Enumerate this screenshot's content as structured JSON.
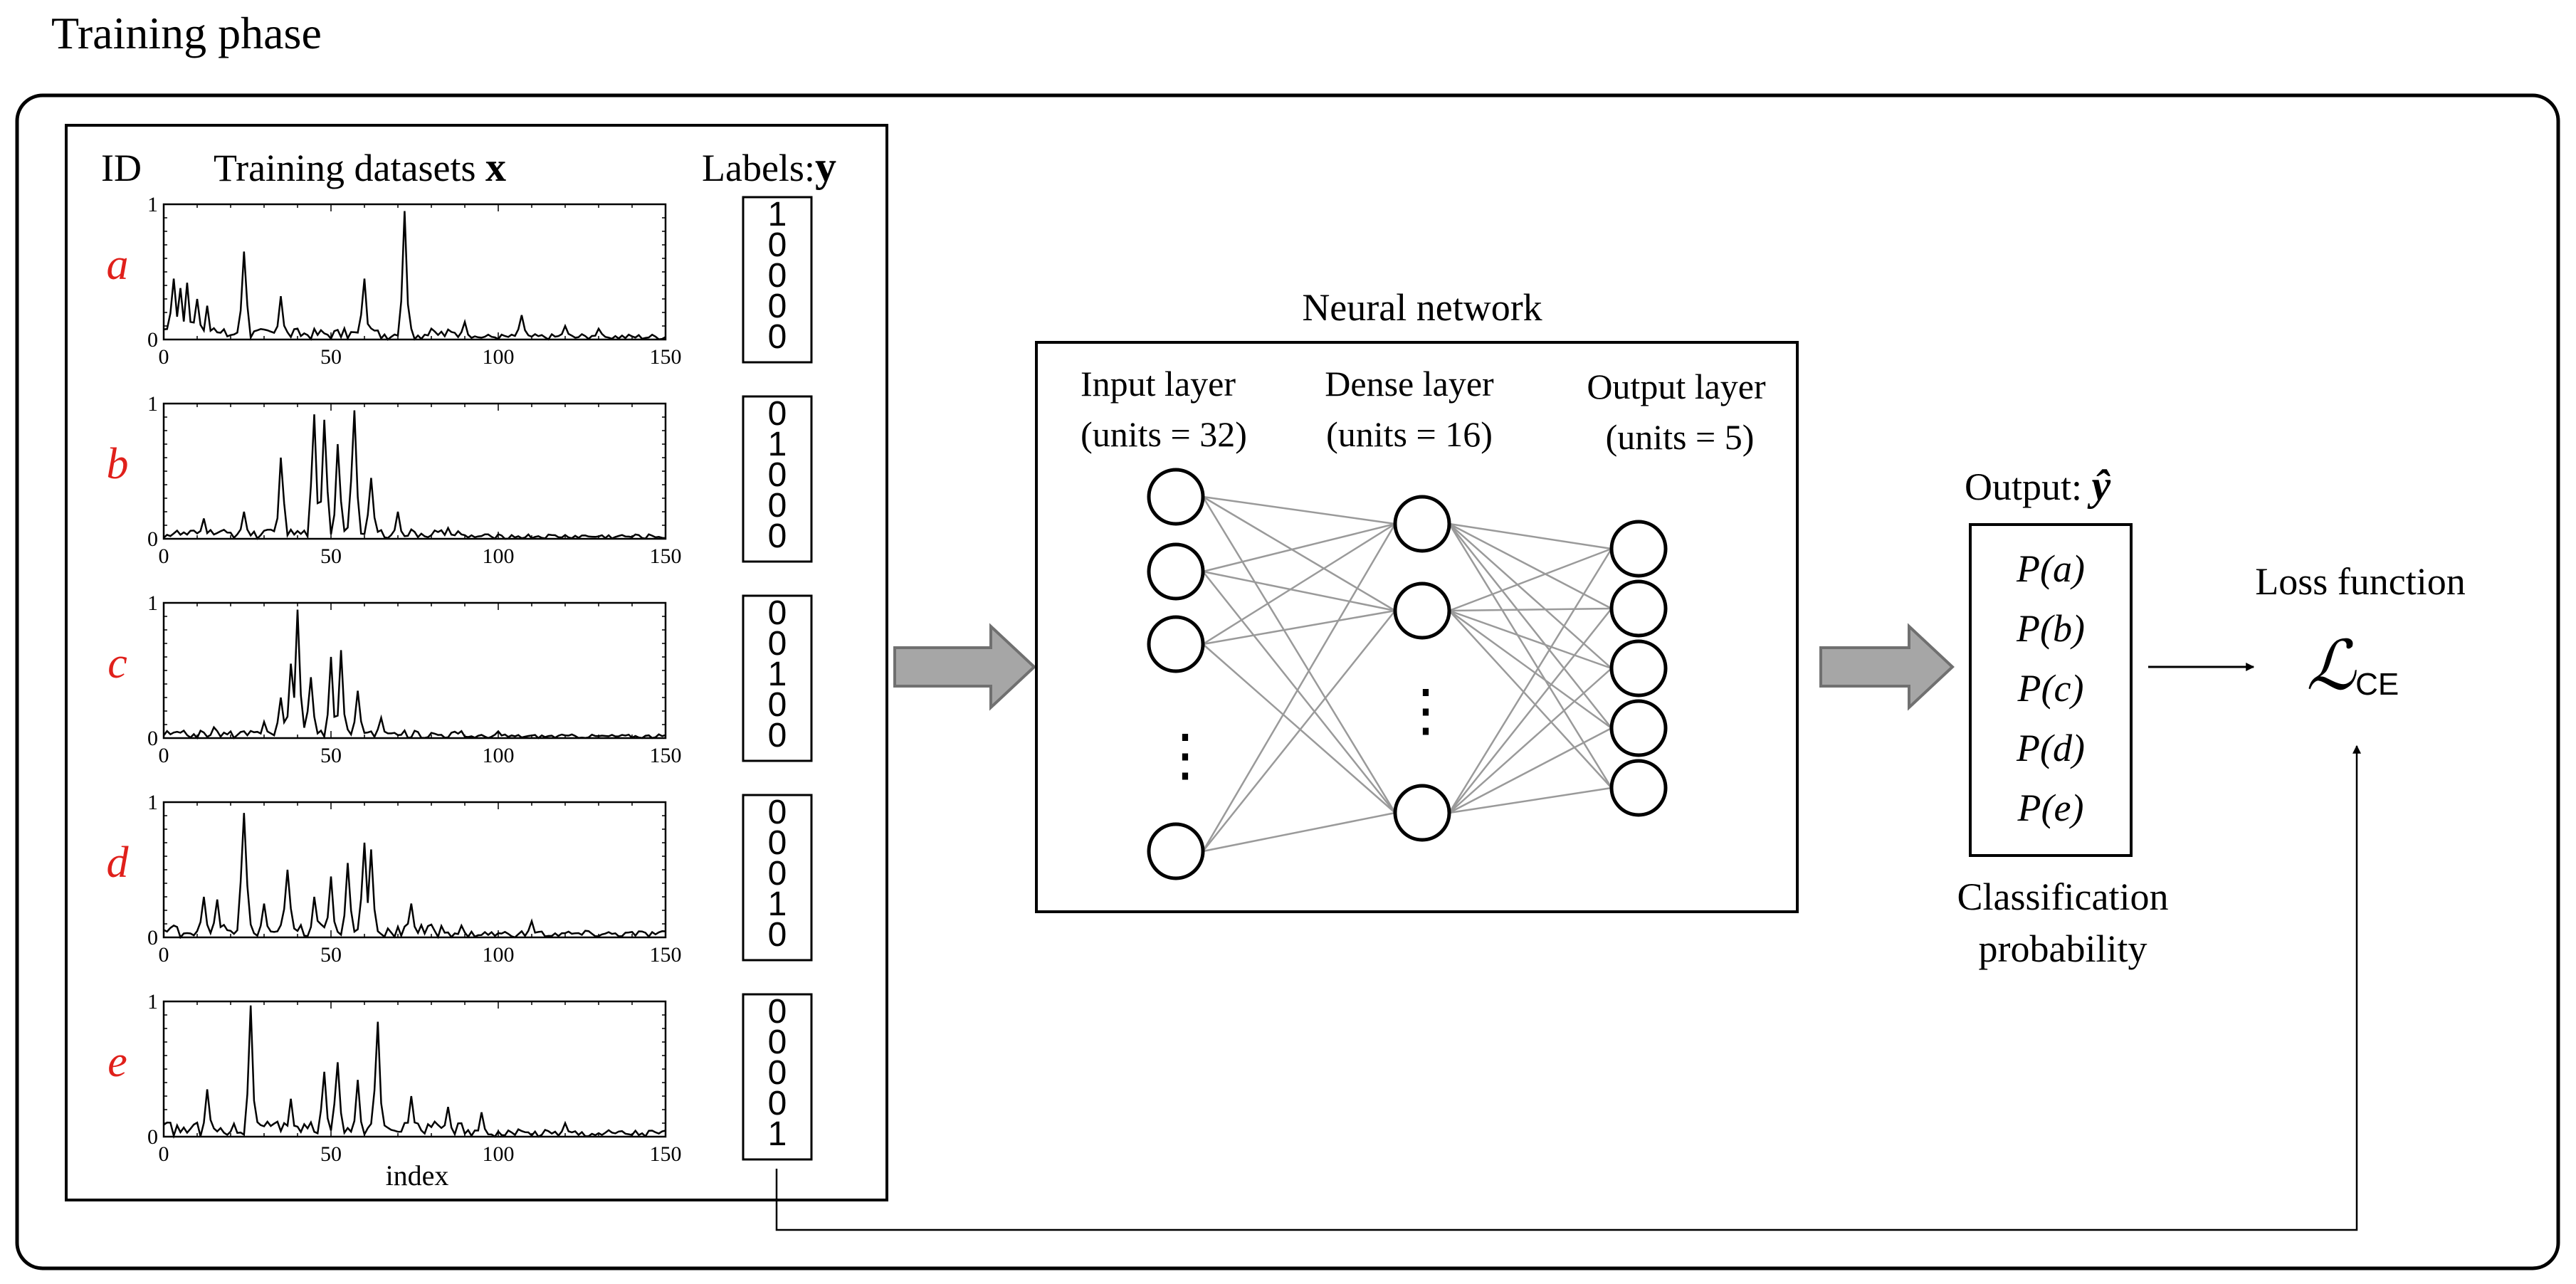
{
  "title": "Training phase",
  "datasets": {
    "id_header": "ID",
    "title_text": "Training datasets ",
    "title_var": "x",
    "labels_text": "Labels:",
    "labels_var": "y",
    "x_axis_label": "index",
    "x_ticks": [
      "0",
      "50",
      "100",
      "150"
    ],
    "y_ticks": [
      "0",
      "1"
    ],
    "label_color": "#e0201b",
    "rows": [
      {
        "id": "a",
        "label_vector": [
          "1",
          "0",
          "0",
          "0",
          "0"
        ],
        "peaks": [
          [
            3,
            0.45
          ],
          [
            5,
            0.38
          ],
          [
            7,
            0.42
          ],
          [
            10,
            0.3
          ],
          [
            13,
            0.25
          ],
          [
            24,
            0.65
          ],
          [
            35,
            0.32
          ],
          [
            60,
            0.45
          ],
          [
            72,
            0.95
          ],
          [
            90,
            0.13
          ],
          [
            107,
            0.18
          ],
          [
            120,
            0.1
          ],
          [
            130,
            0.08
          ]
        ],
        "noise": 0.06
      },
      {
        "id": "b",
        "label_vector": [
          "0",
          "1",
          "0",
          "0",
          "0"
        ],
        "peaks": [
          [
            12,
            0.15
          ],
          [
            24,
            0.2
          ],
          [
            35,
            0.6
          ],
          [
            45,
            0.92
          ],
          [
            48,
            0.88
          ],
          [
            52,
            0.7
          ],
          [
            57,
            0.95
          ],
          [
            62,
            0.45
          ],
          [
            70,
            0.2
          ],
          [
            85,
            0.08
          ]
        ],
        "noise": 0.05
      },
      {
        "id": "c",
        "label_vector": [
          "0",
          "0",
          "1",
          "0",
          "0"
        ],
        "peaks": [
          [
            15,
            0.08
          ],
          [
            30,
            0.12
          ],
          [
            35,
            0.3
          ],
          [
            38,
            0.55
          ],
          [
            40,
            0.95
          ],
          [
            44,
            0.45
          ],
          [
            50,
            0.6
          ],
          [
            53,
            0.65
          ],
          [
            58,
            0.35
          ],
          [
            65,
            0.15
          ],
          [
            100,
            0.05
          ]
        ],
        "noise": 0.04
      },
      {
        "id": "d",
        "label_vector": [
          "0",
          "0",
          "0",
          "1",
          "0"
        ],
        "peaks": [
          [
            12,
            0.3
          ],
          [
            16,
            0.28
          ],
          [
            24,
            0.92
          ],
          [
            30,
            0.25
          ],
          [
            37,
            0.5
          ],
          [
            45,
            0.3
          ],
          [
            50,
            0.45
          ],
          [
            55,
            0.55
          ],
          [
            60,
            0.7
          ],
          [
            62,
            0.65
          ],
          [
            74,
            0.25
          ],
          [
            110,
            0.12
          ]
        ],
        "noise": 0.07
      },
      {
        "id": "e",
        "label_vector": [
          "0",
          "0",
          "0",
          "0",
          "1"
        ],
        "peaks": [
          [
            13,
            0.35
          ],
          [
            26,
            0.97
          ],
          [
            38,
            0.28
          ],
          [
            48,
            0.48
          ],
          [
            52,
            0.55
          ],
          [
            58,
            0.42
          ],
          [
            64,
            0.85
          ],
          [
            74,
            0.3
          ],
          [
            85,
            0.22
          ],
          [
            95,
            0.18
          ],
          [
            120,
            0.1
          ]
        ],
        "noise": 0.08
      }
    ]
  },
  "network": {
    "title": "Neural network",
    "layers": [
      {
        "name": "Input layer",
        "units": "(units = 32)"
      },
      {
        "name": "Dense layer",
        "units": "(units = 16)"
      },
      {
        "name": "Output layer",
        "units": "(units = 5)"
      }
    ],
    "ellipsis": "⋮",
    "node_color": "#000000",
    "edge_color": "#9a9a9a",
    "arrow_color": "#a6a6a6",
    "arrow_stroke": "#707070"
  },
  "output": {
    "label": "Output: ",
    "var": "ŷ",
    "probs": [
      "P(a)",
      "P(b)",
      "P(c)",
      "P(d)",
      "P(e)"
    ],
    "caption_line1": "Classification",
    "caption_line2": "probability"
  },
  "loss": {
    "title": "Loss function",
    "symbol": "ℒ",
    "subscript": "CE"
  }
}
